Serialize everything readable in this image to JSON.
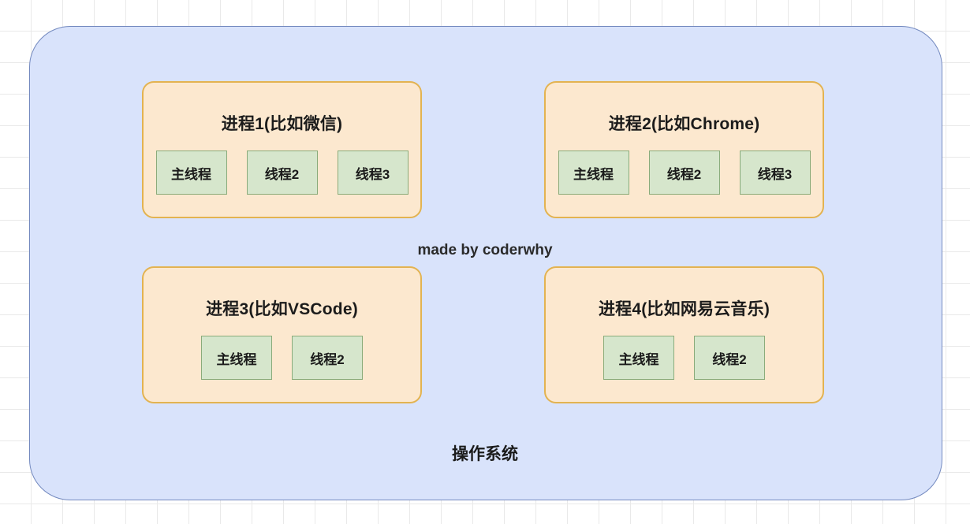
{
  "diagram": {
    "watermark": "made by coderwhy",
    "os_label": "操作系统",
    "colors": {
      "os_container_fill": "#d9e3fb",
      "os_container_border": "#7389bf",
      "process_fill": "#fce8cf",
      "process_border": "#e3b351",
      "thread_fill": "#d6e6cc",
      "thread_border": "#8aab7a",
      "grid_line": "#e9e9e9",
      "page_background": "#ffffff",
      "text": "#1b1b1b"
    },
    "processes": [
      {
        "title": "进程1(比如微信)",
        "threads": [
          {
            "label": "主线程"
          },
          {
            "label": "线程2"
          },
          {
            "label": "线程3"
          }
        ]
      },
      {
        "title": "进程2(比如Chrome)",
        "threads": [
          {
            "label": "主线程"
          },
          {
            "label": "线程2"
          },
          {
            "label": "线程3"
          }
        ]
      },
      {
        "title": "进程3(比如VSCode)",
        "threads": [
          {
            "label": "主线程"
          },
          {
            "label": "线程2"
          }
        ]
      },
      {
        "title": "进程4(比如网易云音乐)",
        "threads": [
          {
            "label": "主线程"
          },
          {
            "label": "线程2"
          }
        ]
      }
    ]
  }
}
